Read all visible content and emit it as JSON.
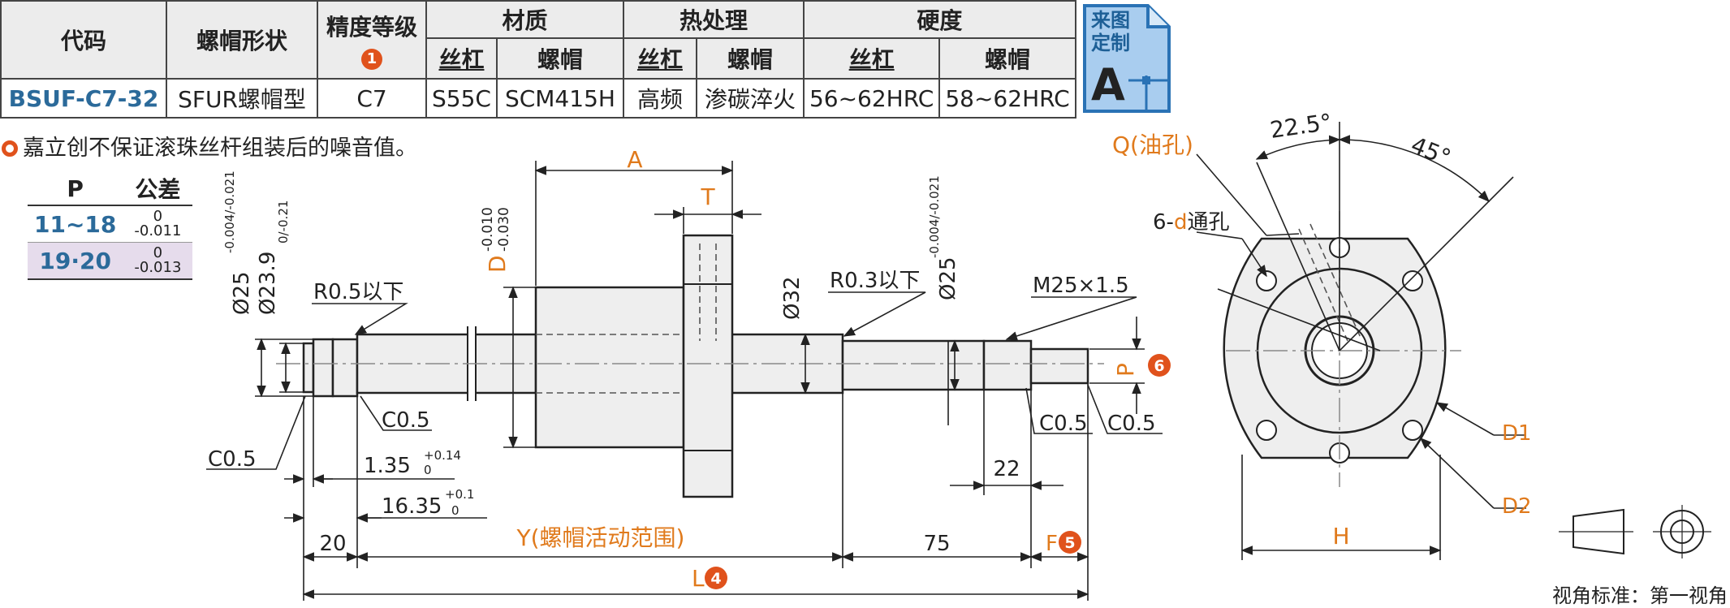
{
  "spec_table": {
    "headers": {
      "code": "代码",
      "nut_shape": "螺帽形状",
      "precision": "精度等级",
      "material": "材质",
      "heat": "热处理",
      "hardness": "硬度",
      "screw": "丝杠",
      "nut": "螺帽"
    },
    "precision_badge": "1",
    "row": {
      "code": "BSUF-C7-32",
      "nut_shape": "SFUR螺帽型",
      "precision": "C7",
      "material_screw": "S55C",
      "material_nut": "SCM415H",
      "heat_screw": "高频",
      "heat_nut": "渗碳淬火",
      "hard_screw": "56~62HRC",
      "hard_nut": "58~62HRC"
    }
  },
  "custom_badge": {
    "line1": "来图",
    "line2": "定制",
    "letter": "A"
  },
  "note": "嘉立创不保证滚珠丝杆组装后的噪音值。",
  "tolerance_table": {
    "headers": {
      "p": "P",
      "tol": "公差"
    },
    "rows": [
      {
        "p": "11~18",
        "upper": "0",
        "lower": "-0.011"
      },
      {
        "p": "19·20",
        "upper": "0",
        "lower": "-0.013"
      }
    ]
  },
  "drawing": {
    "A": "A",
    "T": "T",
    "D_tol_up": "-0.010",
    "D_tol_low": "-0.030",
    "D": "D",
    "dia25_left": "Ø25",
    "dia25_left_tol": "-0.004/-0.021",
    "dia239": "Ø23.9",
    "dia239_tol": "0/-0.21",
    "r05": "R0.5以下",
    "dia32": "Ø32",
    "r03": "R0.3以下",
    "dia25_right": "Ø25",
    "dia25_right_tol": "-0.004/-0.021",
    "m25": "M25×1.5",
    "P": "P",
    "badge6": "6",
    "c05a": "C0.5",
    "c05b": "C0.5",
    "c05c": "C0.5",
    "c05d": "C0.5",
    "d135": "1.35",
    "d135_tol_up": "+0.14",
    "d135_tol_low": "0",
    "d1635": "16.35",
    "d1635_tol_up": "+0.1",
    "d1635_tol_low": "0",
    "d20": "20",
    "Y": "Y(螺帽活动范围)",
    "d75": "75",
    "F": "F",
    "badge5": "5",
    "d22": "22",
    "L": "L",
    "badge4": "4",
    "angle225": "22.5°",
    "angle45": "45°",
    "Q": "Q(油孔)",
    "hole6": "6-",
    "hole_d": "d",
    "hole_through": "通孔",
    "D1": "D1",
    "D2": "D2",
    "H": "H"
  },
  "view_standard": "视角标准：第一视角",
  "colors": {
    "accent": "#e0521c",
    "dim_orange": "#e07a1c",
    "code_blue": "#2b6a9a"
  }
}
